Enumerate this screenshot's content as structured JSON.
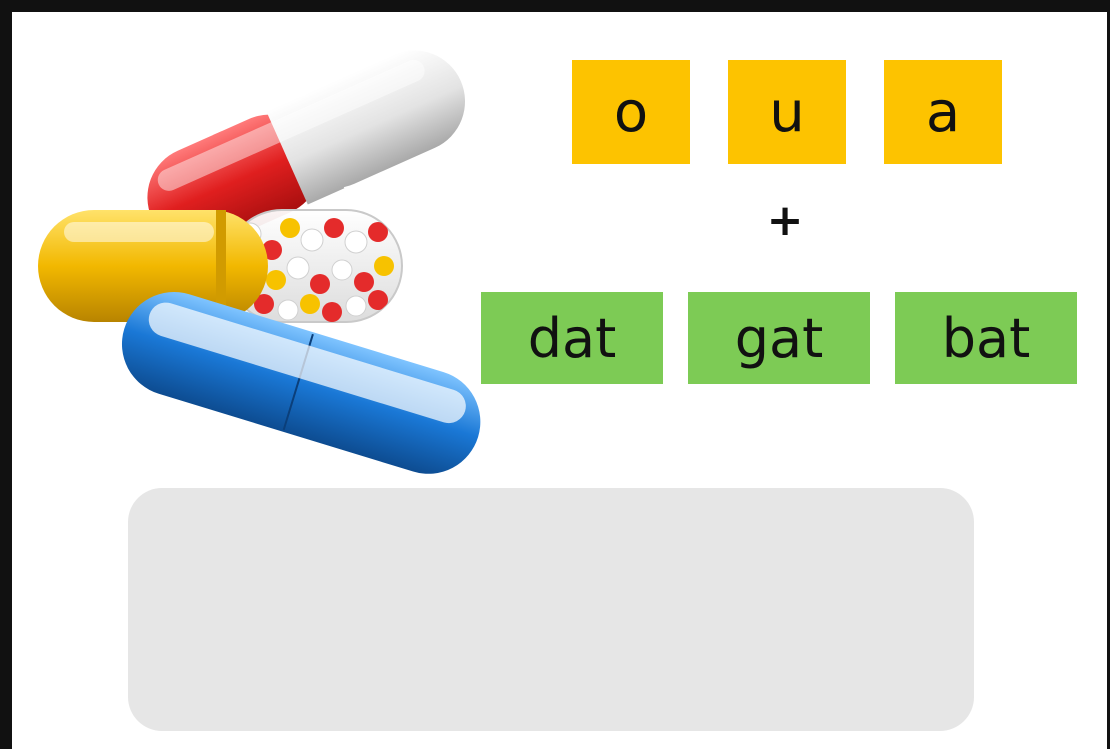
{
  "vowels": [
    "o",
    "u",
    "a"
  ],
  "operator": "+",
  "words": [
    "dat",
    "gat",
    "bat"
  ],
  "colors": {
    "vowel_tile": "#fdc300",
    "word_tile": "#7dcb55",
    "answer_box": "#e6e6e6",
    "frame": "#111111"
  },
  "illustration": {
    "icon": "capsule-pills-icon",
    "capsules": [
      "red-white-capsule",
      "yellow-clear-capsule",
      "blue-capsule"
    ]
  }
}
